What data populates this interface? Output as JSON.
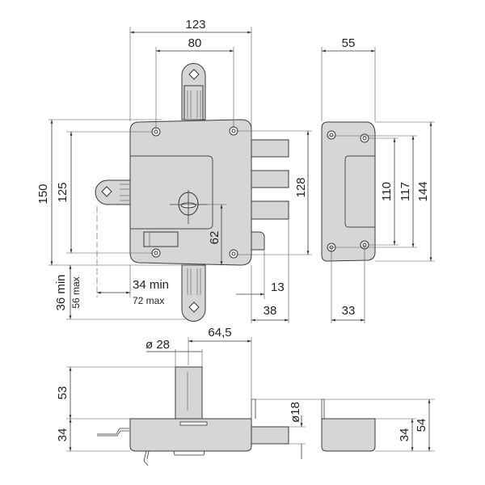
{
  "drawing": {
    "title": "Lock dimensional drawing",
    "front_view": {
      "width_overall": "123",
      "hole_spacing_h": "80",
      "height_overall": "150",
      "hole_spacing_v": "125",
      "bolt_span": "128",
      "key_center": "62",
      "backset_v_min": "36 min",
      "backset_v_max": "56 max",
      "backset_h_min": "34 min",
      "backset_h_max": "72 max",
      "latch_projection": "13",
      "bolt_projection": "38"
    },
    "strike_plate": {
      "width": "55",
      "hole_spacing_v1": "110",
      "hole_spacing_v2": "117",
      "height": "144",
      "hole_spacing_h": "33"
    },
    "bottom_view": {
      "cylinder_offset": "64,5",
      "cylinder_diameter": "ø 28",
      "cylinder_height": "53",
      "body_depth": "34",
      "bolt_diameter": "ø18",
      "strike_depth": "34",
      "strike_total_depth": "54"
    }
  }
}
